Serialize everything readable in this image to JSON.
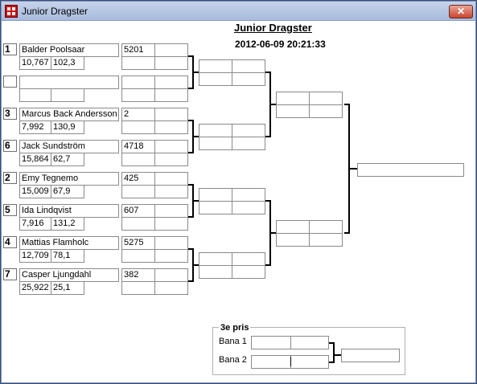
{
  "window": {
    "title": "Junior Dragster",
    "close_label": "✕"
  },
  "header": {
    "title": "Junior Dragster",
    "datetime": "2012-06-09 20:21:33"
  },
  "round1": [
    {
      "seed": "1",
      "name": "Balder Poolsaar",
      "et": "10,767",
      "speed": "102,3",
      "score": "5201"
    },
    {
      "seed": "",
      "name": "",
      "et": "",
      "speed": "",
      "score": ""
    },
    {
      "seed": "3",
      "name": "Marcus Back Andersson",
      "et": "7,992",
      "speed": "130,9",
      "score": "2"
    },
    {
      "seed": "6",
      "name": "Jack Sundström",
      "et": "15,864",
      "speed": "62,7",
      "score": "4718"
    },
    {
      "seed": "2",
      "name": "Emy Tegnemo",
      "et": "15,009",
      "speed": "67,9",
      "score": "425"
    },
    {
      "seed": "5",
      "name": "Ida Lindqvist",
      "et": "7,916",
      "speed": "131,2",
      "score": "607"
    },
    {
      "seed": "4",
      "name": "Mattias Flamholc",
      "et": "12,709",
      "speed": "78,1",
      "score": "5275"
    },
    {
      "seed": "7",
      "name": "Casper Ljungdahl",
      "et": "25,922",
      "speed": "25,1",
      "score": "382"
    }
  ],
  "third_place": {
    "legend": "3e pris",
    "lane1": "Bana 1",
    "lane2": "Bana 2"
  }
}
